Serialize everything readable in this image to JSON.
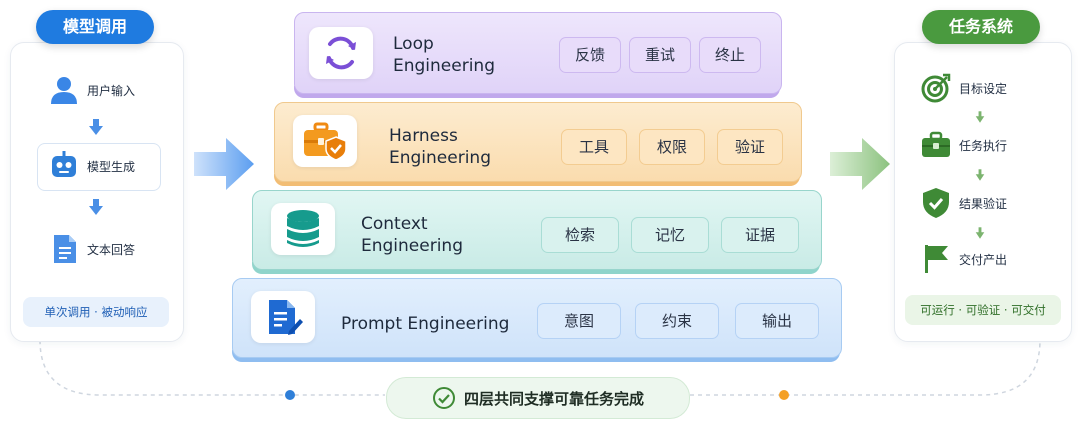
{
  "left_panel": {
    "title": "模型调用",
    "steps": [
      {
        "label": "用户输入",
        "icon": "user-icon"
      },
      {
        "label": "模型生成",
        "icon": "robot-icon"
      },
      {
        "label": "文本回答",
        "icon": "document-icon"
      }
    ],
    "footer": "单次调用 · 被动响应",
    "accent": "#1f7be0"
  },
  "layers": [
    {
      "title_line1": "Loop",
      "title_line2": "Engineering",
      "icon": "loop-refresh-icon",
      "chips": [
        "反馈",
        "重试",
        "终止"
      ],
      "color": "#e6dcfa"
    },
    {
      "title_line1": "Harness",
      "title_line2": "Engineering",
      "icon": "toolbox-shield-icon",
      "chips": [
        "工具",
        "权限",
        "验证"
      ],
      "color": "#fde3bd"
    },
    {
      "title_line1": "Context",
      "title_line2": "Engineering",
      "icon": "database-icon",
      "chips": [
        "检索",
        "记忆",
        "证据"
      ],
      "color": "#d3f0ec"
    },
    {
      "title_line1": "Prompt Engineering",
      "title_line2": "",
      "icon": "document-edit-icon",
      "chips": [
        "意图",
        "约束",
        "输出"
      ],
      "color": "#d6e8fb"
    }
  ],
  "right_panel": {
    "title": "任务系统",
    "steps": [
      {
        "label": "目标设定",
        "icon": "target-icon"
      },
      {
        "label": "任务执行",
        "icon": "briefcase-icon"
      },
      {
        "label": "结果验证",
        "icon": "shield-check-icon"
      },
      {
        "label": "交付产出",
        "icon": "flag-icon"
      }
    ],
    "footer": "可运行 · 可验证 · 可交付",
    "accent": "#4a9a3f"
  },
  "bottom": {
    "label": "四层共同支撑可靠任务完成",
    "icon": "check-circle-icon"
  }
}
